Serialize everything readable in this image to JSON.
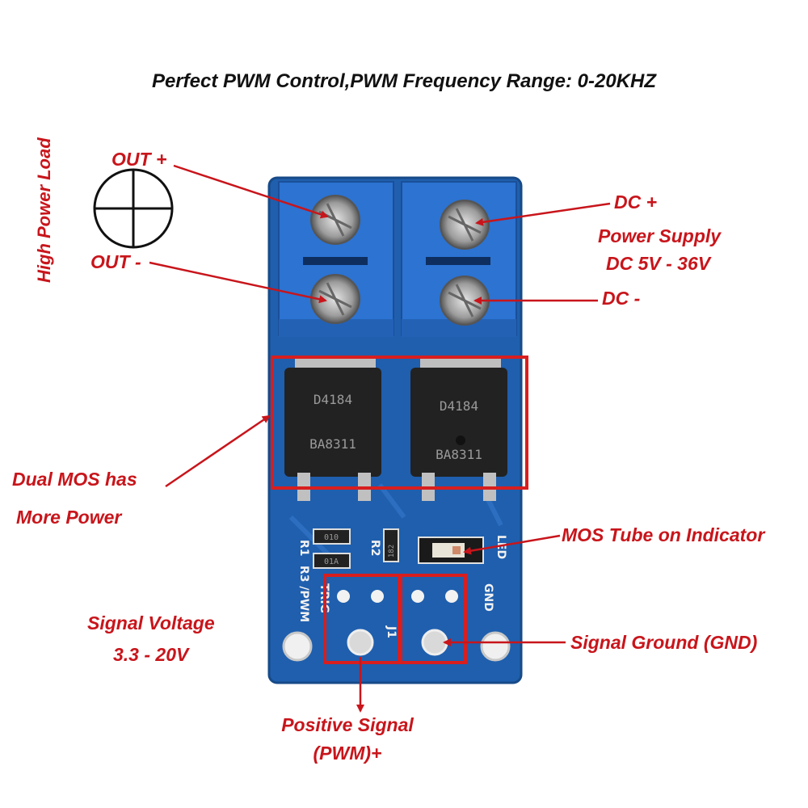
{
  "title": "Perfect PWM Control,PWM Frequency Range: 0-20KHZ",
  "labels": {
    "high_power_load": "High Power Load",
    "out_plus": "OUT +",
    "out_minus": "OUT -",
    "dc_plus": "DC +",
    "power_supply": "Power Supply",
    "dc_range": "DC 5V - 36V",
    "dc_minus": "DC -",
    "dual_mos_1": "Dual MOS has",
    "dual_mos_2": "More Power",
    "mos_indicator": "MOS Tube on Indicator",
    "signal_voltage": "Signal Voltage",
    "signal_voltage_range": "3.3 - 20V",
    "signal_ground": "Signal Ground (GND)",
    "positive_signal_1": "Positive Signal",
    "positive_signal_2": "(PWM)+"
  },
  "board": {
    "silk_r1": "R1",
    "silk_r3_pwm": "R3 /PWM",
    "silk_trig": "TRIG",
    "silk_r2": "R2",
    "silk_led": "LED",
    "silk_gnd": "GND",
    "silk_j1": "J1",
    "chip_left_top": "D4184",
    "chip_left_bottom": "BA8311",
    "chip_right_top": "D4184",
    "chip_right_bottom": "BA8311",
    "resistor_1": "010",
    "resistor_2": "01A",
    "resistor_3": "182"
  },
  "colors": {
    "annotation": "#c8151b",
    "pcb": "#1f5fae",
    "terminal": "#2c73d2",
    "chip": "#222222"
  }
}
